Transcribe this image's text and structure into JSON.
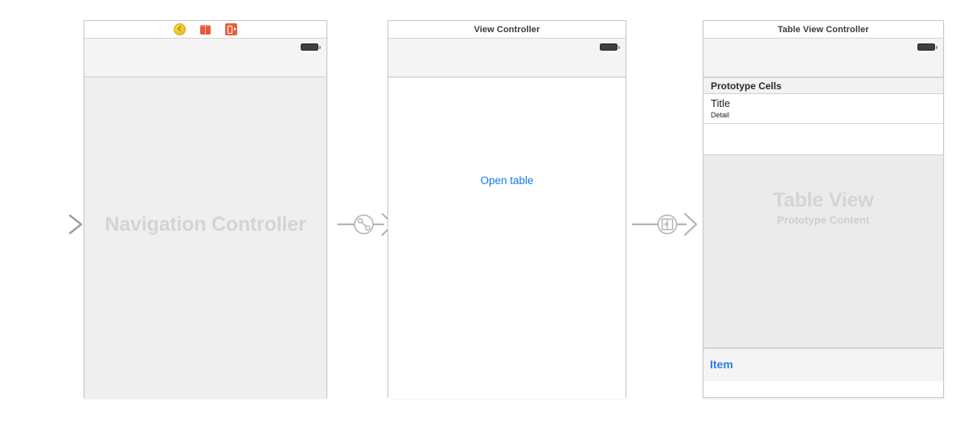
{
  "canvas": {
    "background": "#ffffff",
    "accent_blue": "#1678e8",
    "placeholder_gray": "#d4d4d4"
  },
  "scenes": [
    {
      "id": "navigation-controller",
      "titlebar_type": "icons",
      "icons": [
        {
          "name": "nav-back-icon",
          "label": "Navigation Controller object"
        },
        {
          "name": "cube-icon",
          "label": "First Responder object"
        },
        {
          "name": "exit-icon",
          "label": "Exit object"
        }
      ],
      "placeholder_title": "Navigation Controller",
      "placeholder_sub": "",
      "status_bar": {
        "battery": "battery-icon"
      }
    },
    {
      "id": "view-controller",
      "titlebar_type": "title",
      "title": "View Controller",
      "status_bar": {
        "battery": "battery-icon"
      },
      "button_label": "Open table"
    },
    {
      "id": "table-view-controller",
      "titlebar_type": "title",
      "title": "Table View Controller",
      "status_bar": {
        "battery": "battery-icon"
      },
      "prototype_header": "Prototype Cells",
      "cell": {
        "title": "Title",
        "detail": "Detail"
      },
      "placeholder_title": "Table View",
      "placeholder_sub": "Prototype Content",
      "toolbar_item": "Item"
    }
  ],
  "connectors": [
    {
      "name": "entry-point-arrow",
      "kind": "initial-view-controller",
      "icon": ""
    },
    {
      "name": "segue-relationship",
      "kind": "relationship",
      "icon": "relationship-segue-icon"
    },
    {
      "name": "segue-show",
      "kind": "show",
      "icon": "show-segue-icon"
    }
  ]
}
